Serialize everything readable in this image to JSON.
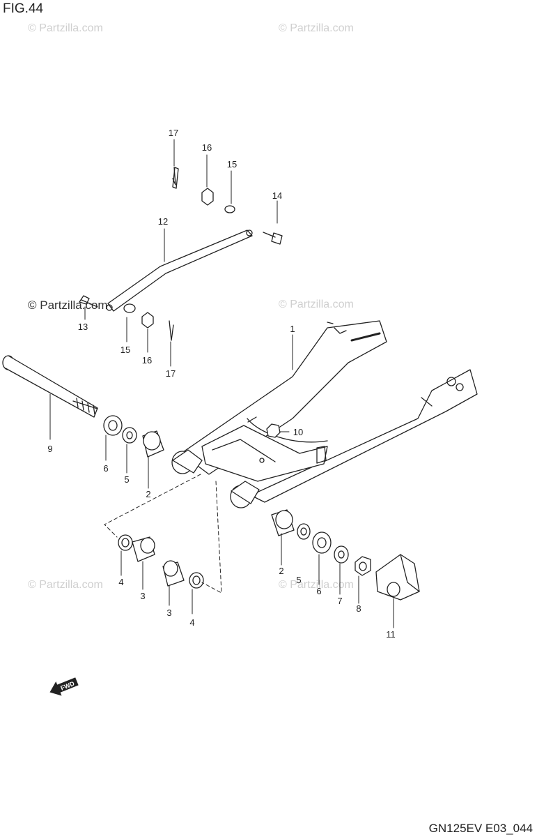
{
  "figure": {
    "title": "FIG.44",
    "code": "GN125EV E03_044"
  },
  "watermarks": [
    "© Partzilla.com",
    "© Partzilla.com",
    "© Partzilla.com",
    "© Partzilla.com",
    "© Partzilla.com",
    "© Partzilla.com"
  ],
  "watermark_prominent": "© Partzilla.com",
  "callouts": [
    "1",
    "2",
    "2",
    "3",
    "3",
    "4",
    "4",
    "5",
    "5",
    "6",
    "6",
    "7",
    "8",
    "9",
    "10",
    "11",
    "12",
    "13",
    "14",
    "15",
    "15",
    "16",
    "16",
    "17",
    "17"
  ],
  "direction_badge": "FWD",
  "colors": {
    "line": "#222222",
    "watermark": "#cfcfcf",
    "background": "#ffffff"
  }
}
